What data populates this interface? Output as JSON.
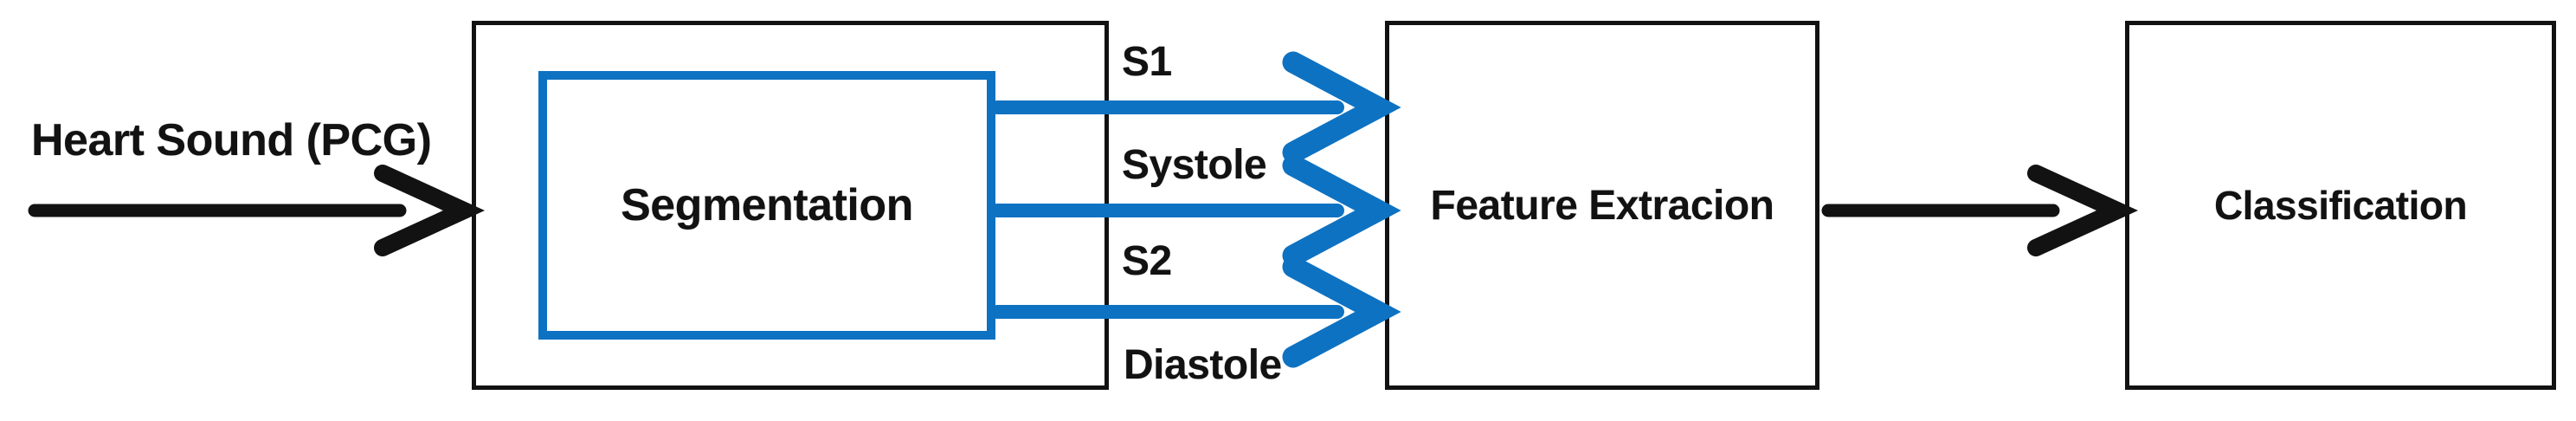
{
  "colors": {
    "accent_blue": "#0e72c2",
    "ink": "#121212"
  },
  "flow": {
    "input_label": "Heart Sound (PCG)",
    "stages": {
      "segmentation": {
        "label": "Segmentation"
      },
      "feature_extraction": {
        "label": "Feature Extracion"
      },
      "classification": {
        "label": "Classification"
      }
    },
    "segment_outputs": [
      {
        "label": "S1"
      },
      {
        "label": "Systole"
      },
      {
        "label": "S2"
      },
      {
        "label": "Diastole"
      }
    ]
  }
}
